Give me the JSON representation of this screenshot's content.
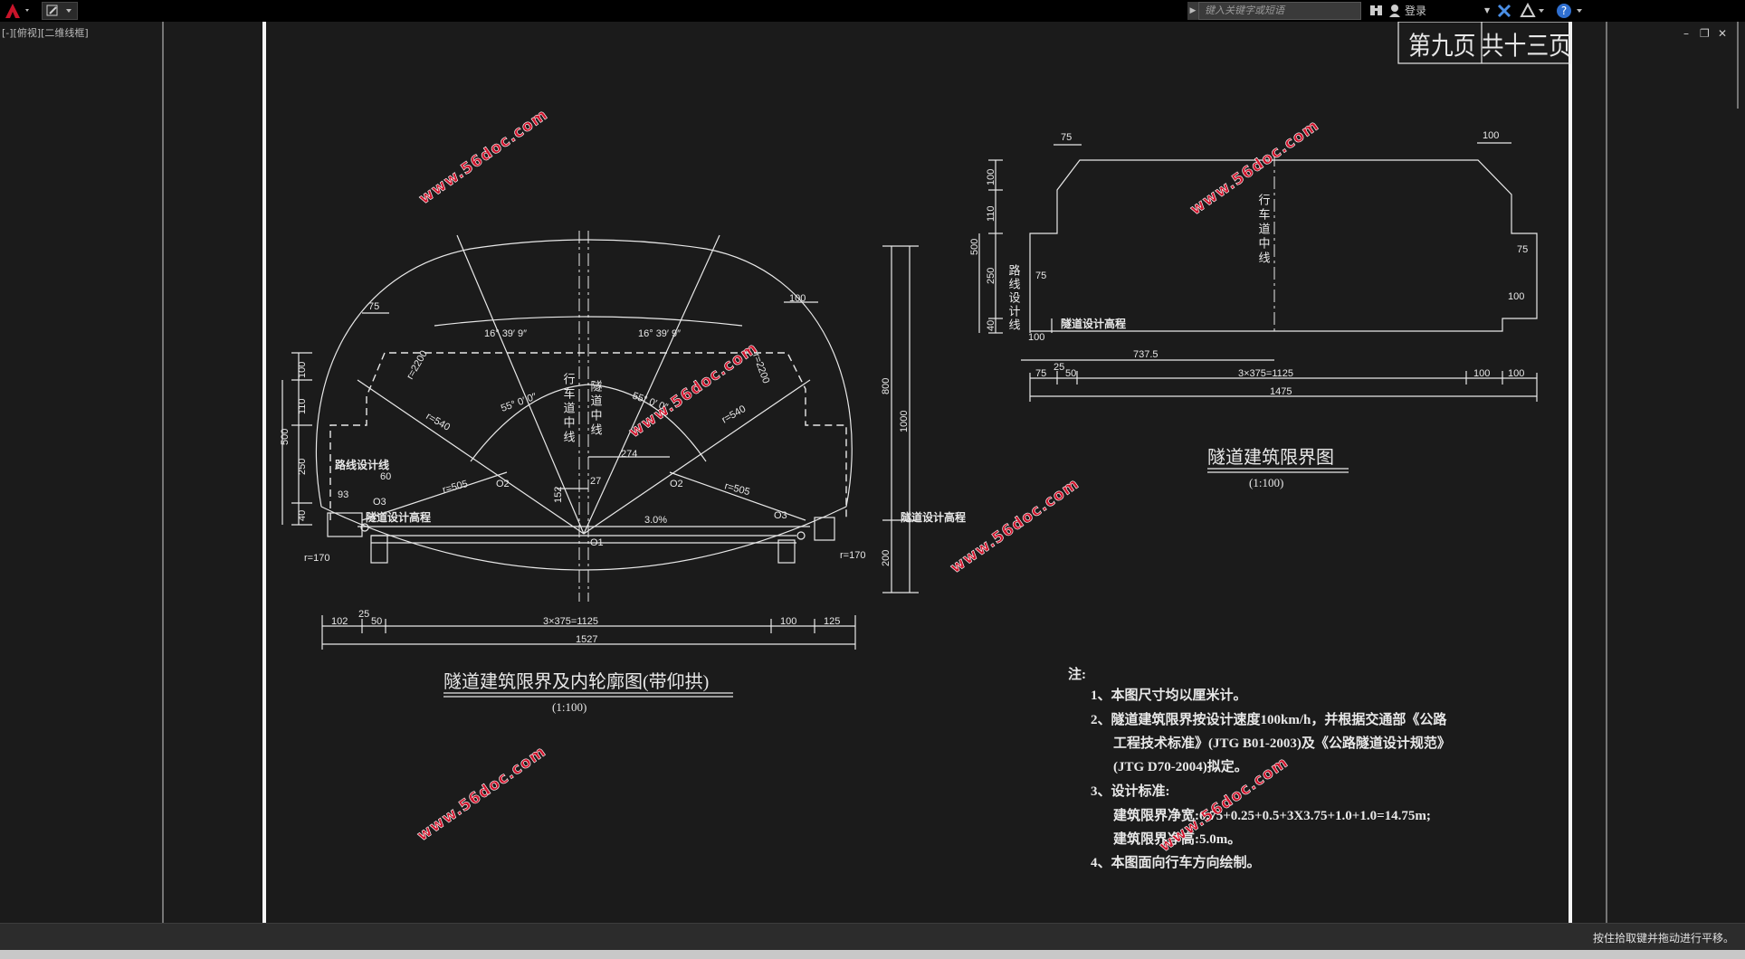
{
  "app": {
    "search_placeholder": "键入关键字或短语",
    "login_label": "登录",
    "view_label": "[-][俯视][二维线框]",
    "status_text": "按住拾取键并拖动进行平移。"
  },
  "drawing": {
    "page_label": "第九页 共十三页",
    "watermark": "www.56doc.com",
    "left": {
      "title": "隧道建筑限界及内轮廓图(带仰拱)",
      "scale": "(1:100)",
      "dims_top": [
        "75",
        "100"
      ],
      "dims_left": [
        "100",
        "110",
        "500",
        "250",
        "40"
      ],
      "dims_right": [
        "800",
        "1000",
        "200"
      ],
      "dims_bottom_row1": [
        "102",
        "25",
        "50",
        "3×375=1125",
        "100",
        "125"
      ],
      "dims_bottom_total": "1527",
      "angles": [
        "16° 39′ 9″",
        "16° 39′ 9″",
        "55° 0′ 0″",
        "55° 0′ 0″"
      ],
      "radii": [
        "r=2200",
        "r=2200",
        "r=540",
        "r=540",
        "r=505",
        "r=505"
      ],
      "centers": [
        "O2",
        "O2",
        "O3",
        "O3",
        "O1"
      ],
      "marks": [
        "274",
        "27",
        "152",
        "93",
        "3.0%",
        "r=170",
        "r=170",
        "60"
      ],
      "labels": {
        "route_line": "路线设计线",
        "design_elev_left": "隧道设计高程",
        "design_elev_right": "隧道设计高程",
        "lane_center": "行车道中线",
        "tunnel_center": "隧道中线"
      }
    },
    "right": {
      "title": "隧道建筑限界图",
      "scale": "(1:100)",
      "dims_top": [
        "75",
        "100"
      ],
      "dims_left": [
        "100",
        "110",
        "500",
        "250",
        "40"
      ],
      "dims_side": [
        "75",
        "100"
      ],
      "dims_right": [
        "75",
        "100"
      ],
      "dim_mid": "737.5",
      "dims_bottom_row1": [
        "75",
        "25",
        "50",
        "3×375=1125",
        "100",
        "100"
      ],
      "dims_bottom_total": "1475",
      "labels": {
        "route_line": "路线设计线",
        "design_elev": "隧道设计高程",
        "lane_center": "行车道中线"
      }
    },
    "notes": {
      "heading": "注:",
      "lines": [
        "1、本图尺寸均以厘米计。",
        "2、隧道建筑限界按设计速度100km/h，并根据交通部《公路",
        "工程技术标准》(JTG B01-2003)及《公路隧道设计规范》",
        "(JTG D70-2004)拟定。",
        "3、设计标准:",
        "建筑限界净宽:0.75+0.25+0.5+3X3.75+1.0+1.0=14.75m;",
        "建筑限界净高:5.0m。",
        "4、本图面向行车方向绘制。"
      ]
    }
  },
  "colors": {
    "background": "#1b1b1b",
    "line": "#e8e8e8",
    "watermark": "#d0142c"
  }
}
